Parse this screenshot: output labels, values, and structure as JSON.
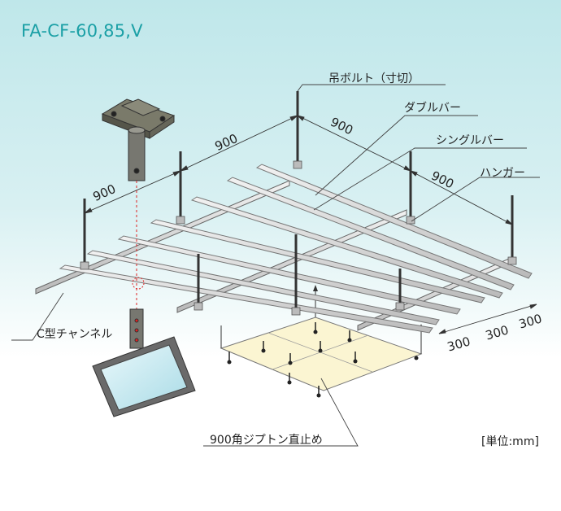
{
  "title": "FA-CF-60,85,V",
  "labels": {
    "hanging_bolt": "吊ボルト（寸切）",
    "double_bar": "ダブルバー",
    "single_bar": "シングルバー",
    "hanger": "ハンガー",
    "c_channel": "C型チャンネル",
    "gypsum": "900角ジプトン直止め",
    "unit": "[単位:mm]"
  },
  "dimensions": {
    "d900_left": "900",
    "d900_top": "900",
    "d900_right_a": "900",
    "d900_right_b": "900",
    "d300_a": "300",
    "d300_b": "300",
    "d300_c": "300"
  }
}
